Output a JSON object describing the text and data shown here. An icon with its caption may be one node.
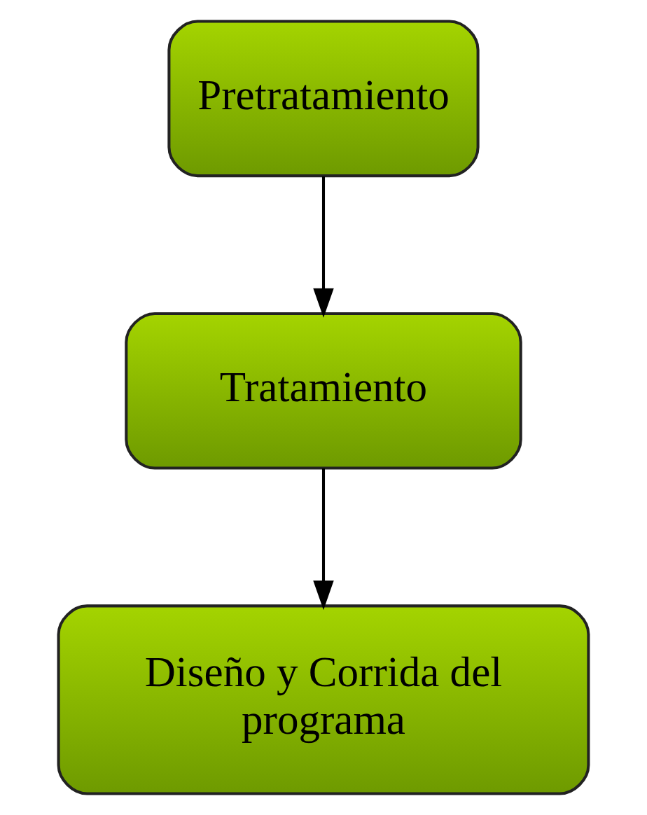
{
  "diagram": {
    "nodes": [
      {
        "text": [
          "Pretratamiento"
        ]
      },
      {
        "text": [
          "Tratamiento"
        ]
      },
      {
        "text": [
          "Diseño y Corrida del programa"
        ]
      }
    ],
    "edges": [
      {
        "from": 0,
        "to": 1,
        "arrow": "to"
      },
      {
        "from": 1,
        "to": 2,
        "arrow": "to"
      }
    ]
  }
}
